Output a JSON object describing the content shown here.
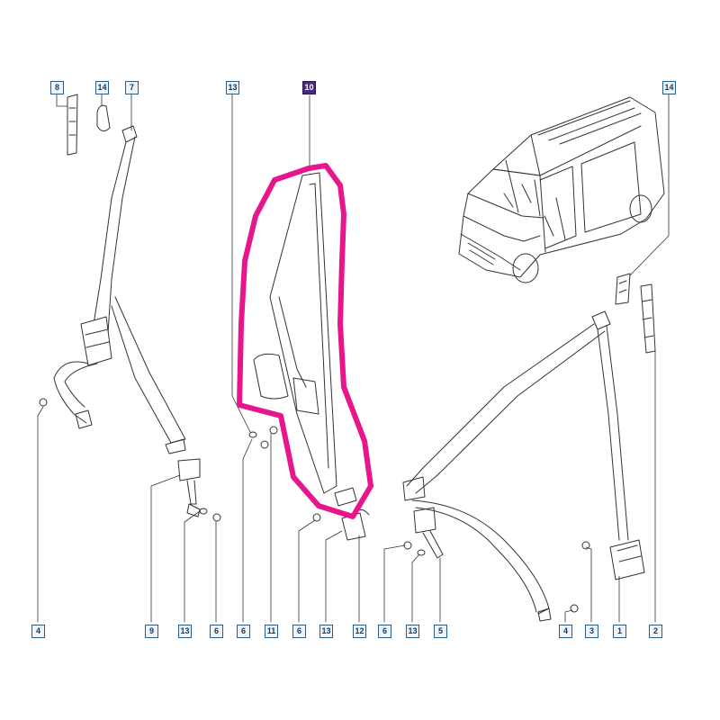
{
  "callouts": {
    "top_8": "8",
    "top_14_left": "14",
    "top_7": "7",
    "top_13": "13",
    "top_10": "10",
    "top_14_right": "14",
    "bottom_4_left": "4",
    "bottom_9": "9",
    "bottom_13_a": "13",
    "bottom_6_a": "6",
    "bottom_6_b": "6",
    "bottom_11": "11",
    "bottom_6_c": "6",
    "bottom_13_b": "13",
    "bottom_12": "12",
    "bottom_6_d": "6",
    "bottom_13_c": "13",
    "bottom_5": "5",
    "bottom_4_right": "4",
    "bottom_3": "3",
    "bottom_1": "1",
    "bottom_2": "2"
  },
  "colors": {
    "highlight": "#e8168c",
    "selected_callout": "#4a2a7a",
    "callout_border": "#2b5d8a",
    "line_art": "#333333"
  }
}
